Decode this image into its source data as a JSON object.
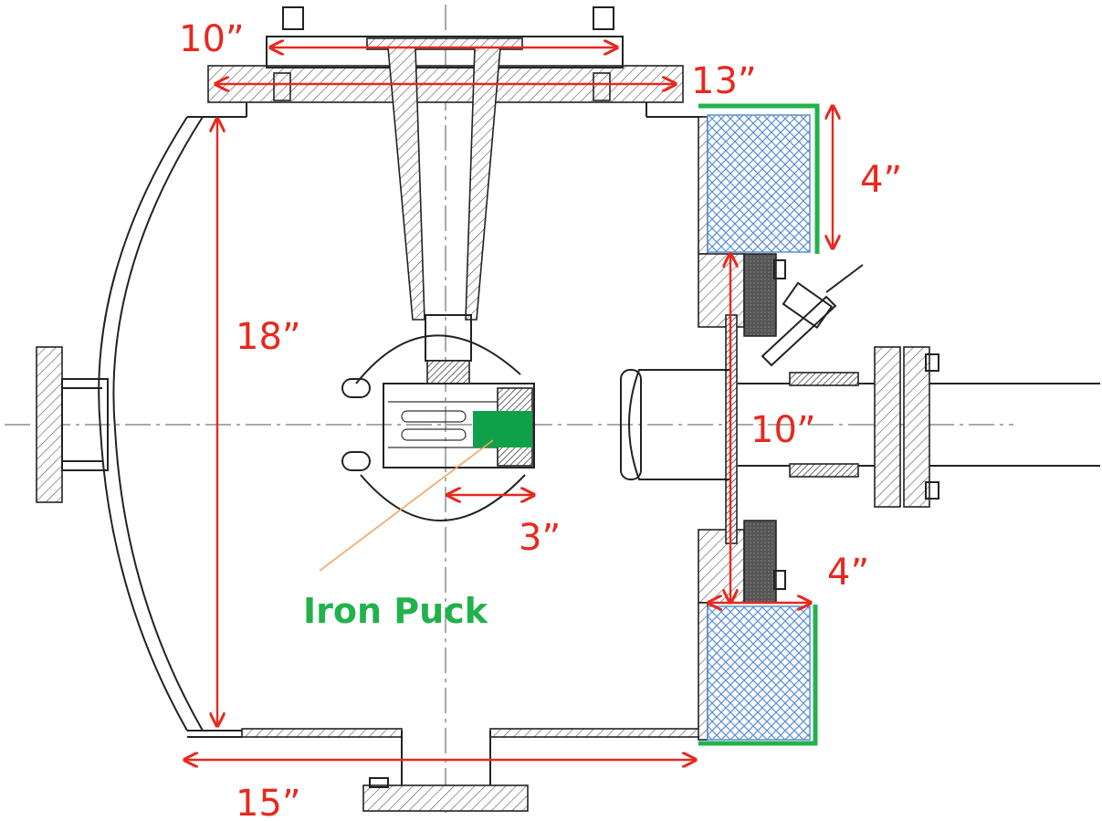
{
  "dimensions": {
    "top_flange_inner": "10”",
    "top_flange_outer": "13”",
    "coil_height": "4”",
    "chamber_height": "18”",
    "port_flange": "10”",
    "coil_width": "4”",
    "puck_travel": "3”",
    "chamber_width": "15”"
  },
  "labels": {
    "puck": "Iron Puck"
  },
  "colors": {
    "dimension_red": "#e8281e",
    "puck_green": "#22b24c",
    "coil_blue": "#5b8fd6",
    "leader_orange": "#f4a460"
  }
}
